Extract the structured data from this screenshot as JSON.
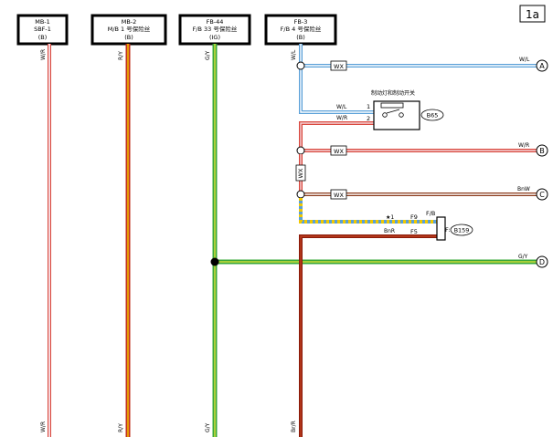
{
  "page_tag": "1a",
  "fuses": [
    {
      "id": "MB-1",
      "name": "SBF-1",
      "group": "(B)"
    },
    {
      "id": "MB-2",
      "name": "M/B 1 号保险丝",
      "group": "(B)"
    },
    {
      "id": "FB-44",
      "name": "F/B 33 号保险丝",
      "group": "(IG)"
    },
    {
      "id": "FB-3",
      "name": "F/B 4 号保险丝",
      "group": "(B)"
    }
  ],
  "wire_colors": {
    "wr": "W/R",
    "ry": "R/Y",
    "gy": "G/Y",
    "br": "Br/R",
    "wl": "W/L",
    "bnw": "BnW",
    "bnr": "BnR"
  },
  "switch": {
    "label": "制动灯和制动开关",
    "connector": "B65",
    "pin1": "1",
    "pin2": "2"
  },
  "fb_connector": {
    "label": "F/B",
    "pin_f9": "F9",
    "pin_f5": "F5",
    "connector": "B159",
    "prefix": "F:",
    "note": "★1"
  },
  "wx_label": "WX",
  "wx_vertical": "WX",
  "terminals": [
    "A",
    "B",
    "C",
    "D"
  ],
  "palette": {
    "white": "#ffffff",
    "red": "#d9473d",
    "pink": "#e8a0a8",
    "yellow": "#f0b400",
    "green": "#3aa83a",
    "blue": "#5aa0d8",
    "brown": "#8a3a1a",
    "darkred": "#a02010"
  }
}
